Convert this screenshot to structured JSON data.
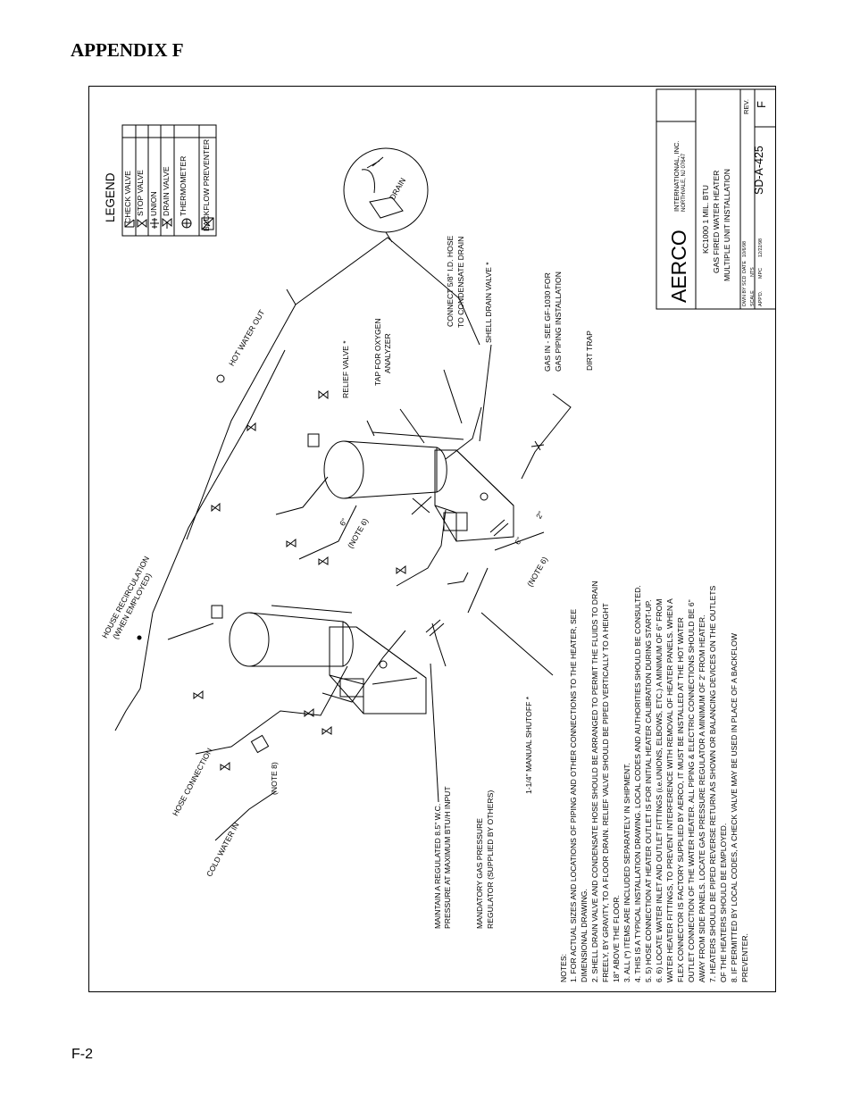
{
  "page": {
    "appendix_title": "APPENDIX F",
    "page_number": "F-2"
  },
  "legend": {
    "title": "LEGEND",
    "items": [
      "CHECK VALVE",
      "STOP VALVE",
      "UNION",
      "DRAIN VALVE",
      "THERMOMETER",
      "BACKFLOW PREVENTER"
    ]
  },
  "title_block": {
    "logo": "AERCO",
    "company": "INTERNATIONAL, INC.",
    "address": "NORTHVALE, NJ 07647",
    "desc_line1": "KC1000 1 MIL. BTU",
    "desc_line2": "GAS FIRED WATER HEATER",
    "desc_line3": "MULTIPLE UNIT INSTALLATION",
    "dwn_label": "DWN BY",
    "dwn_value": "SCD",
    "date_label": "DATE",
    "date1": "10/6/98",
    "scale_label": "SCALE",
    "scale_value": "NTS",
    "appd_label": "APP'D.",
    "appd_value": "MPC",
    "date2": "12/22/98",
    "dwg_no": "SD-A-425",
    "rev_label": "REV.",
    "rev_value": "F"
  },
  "labels": {
    "house_recirc_1": "HOUSE RECIRCULATION",
    "house_recirc_2": "(WHEN EMPLOYED)",
    "hot_water_out": "HOT WATER OUT",
    "drain": "DRAIN",
    "relief_valve": "RELIEF VALVE *",
    "tap_oxygen_1": "TAP FOR OXYGEN",
    "tap_oxygen_2": "ANALYZER",
    "connect_hose_1": "CONNECT 5/8\" I.D. HOSE",
    "connect_hose_2": "TO CONDENSATE DRAIN",
    "shell_drain": "SHELL DRAIN VALVE *",
    "gas_in_1": "GAS IN - SEE GF-1030 FOR",
    "gas_in_2": "GAS PIPING INSTALLATION",
    "dirt_trap": "DIRT TRAP",
    "note6_a": "(NOTE 6)",
    "note6_b": "(NOTE 6)",
    "six_a": "6\"",
    "six_b": "6\"",
    "two": "2\"",
    "hose_connection": "HOSE CONNECTION",
    "note8": "(NOTE 8)",
    "cold_water_in": "COLD WATER IN",
    "maintain_1": "MAINTAIN A REGULATED 8.5\" W.C.",
    "maintain_2": "PRESSURE AT MAXIMUM BTU/H INPUT",
    "mandatory_1": "MANDATORY GAS PRESSURE",
    "mandatory_2": "REGULATOR (SUPPLIED BY OTHERS)",
    "manual_shutoff": "1-1/4\" MANUAL SHUTOFF *"
  },
  "notes": {
    "title": "NOTES:",
    "lines": [
      "1. FOR ACTUAL SIZES AND LOCATIONS OF PIPING AND OTHER CONNECTIONS TO THE HEATER, SEE",
      "    DIMENSIONAL DRAWING.",
      "2. SHELL DRAIN VALVE AND CONDENSATE HOSE SHOULD BE ARRANGED TO PERMIT THE FLUIDS TO DRAIN",
      "    FREELY, BY GRAVITY, TO A FLOOR DRAIN. RELIEF VALVE SHOULD BE PIPED VERTICALLY TO A HEIGHT",
      "    18\" ABOVE THE FLOOR.",
      "3. ALL (*) ITEMS ARE INCLUDED SEPARATELY IN SHIPMENT.",
      "4. THIS IS A TYPICAL INSTALLATION DRAWING. LOCAL CODES AND AUTHORITIES SHOULD BE CONSULTED.",
      "5. 5) HOSE CONNECTION AT HEATER OUTLET IS FOR INITIAL HEATER CALIBRATION DURING START-UP.",
      "6. 6) LOCATE WATER INLET AND OUTLET FITTINGS (i.e.UNIONS, ELBOWS, ETC.) A MINIMUM OF 6\" FROM",
      "    WATER HEATER FITTINGS, TO PREVENT INTERFERENCE WITH REMOVAL OF HEATER PANELS. WHEN A",
      "    FLEX CONNECTOR IS FACTORY SUPPLIED BY AERCO, IT MUST BE INSTALLED AT THE HOT WATER",
      "    OUTLET CONNECTION OF THE WATER HEATER. ALL PIPING & ELECTRIC CONNECTIONS SHOULD BE 6\"",
      "    AWAY FROM SIDE PANELS. LOCATE GAS PRESSURE REGULATOR A MINIMUM OF 2' FROM HEATER.",
      "7. HEATERS SHOULD BE PIPED REVERSE RETURN AS SHOWN OR BALANCING DEVICES ON THE OUTLETS",
      "    OF THE HEATERS SHOULD BE EMPLOYED.",
      "8. IF PERMITTED BY LOCAL CODES, A CHECK VALVE MAY BE USED IN PLACE OF A BACKFLOW",
      "    PREVENTER."
    ]
  }
}
